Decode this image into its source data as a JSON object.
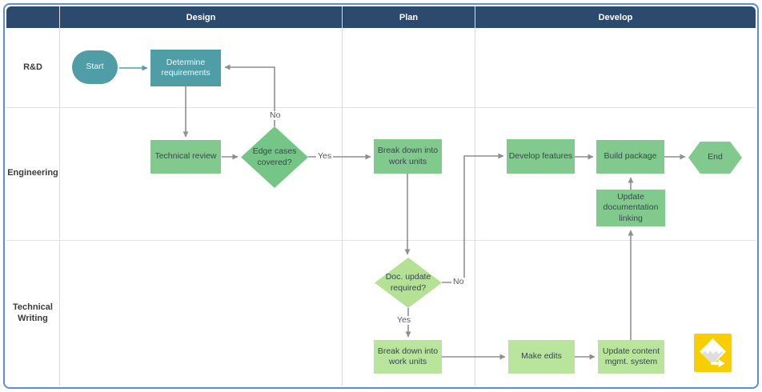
{
  "diagram": {
    "phases": {
      "design": "Design",
      "plan": "Plan",
      "develop": "Develop"
    },
    "lanes": {
      "rnd": "R&D",
      "engineering": "Engineering",
      "technical_writing": "Technical Writing"
    },
    "nodes": {
      "start": {
        "label": "Start",
        "shape": "terminator"
      },
      "determine_requirements": {
        "label": "Determine requirements",
        "shape": "process"
      },
      "technical_review": {
        "label": "Technical review",
        "shape": "process"
      },
      "edge_cases_covered": {
        "label": "Edge cases covered?",
        "shape": "decision"
      },
      "break_down_work_units_eng": {
        "label": "Break down into work units",
        "shape": "process"
      },
      "develop_features": {
        "label": "Develop features",
        "shape": "process"
      },
      "build_package": {
        "label": "Build package",
        "shape": "process"
      },
      "end": {
        "label": "End",
        "shape": "terminator"
      },
      "update_documentation_linking": {
        "label": "Update documentation linking",
        "shape": "process"
      },
      "doc_update_required": {
        "label": "Doc. update required?",
        "shape": "decision"
      },
      "break_down_work_units_tw": {
        "label": "Break down into work units",
        "shape": "process"
      },
      "make_edits": {
        "label": "Make edits",
        "shape": "process"
      },
      "update_content_mgmt_system": {
        "label": "Update content mgmt. system",
        "shape": "process"
      }
    },
    "edge_labels": {
      "edge_cases_no": "No",
      "edge_cases_yes": "Yes",
      "doc_update_no": "No",
      "doc_update_yes": "Yes"
    },
    "colors": {
      "header_bg": "#2C4A6E",
      "teal": "#4E9DA7",
      "green": "#82C98E",
      "light_green": "#B9E49C",
      "arrow_gray": "#8F8F8F",
      "frame_border": "#5C8CDB",
      "logo_yellow": "#F7CE00"
    }
  }
}
